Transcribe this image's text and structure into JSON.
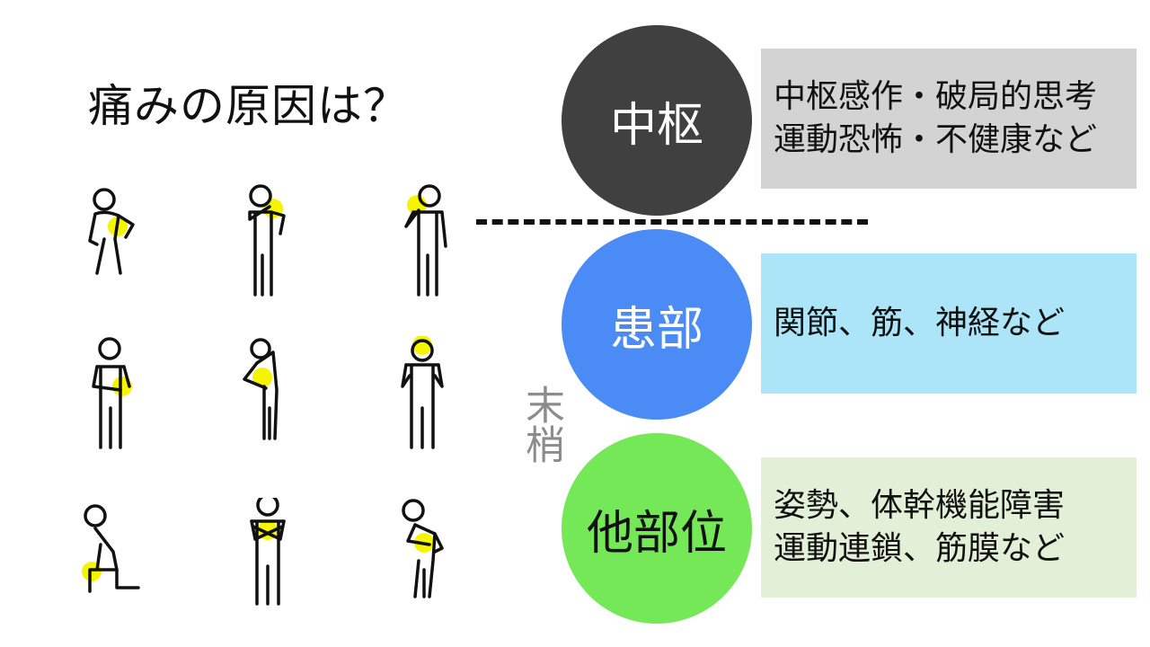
{
  "title": "痛みの原因は？",
  "peripheral_label": "末梢",
  "colors": {
    "central": "#404040",
    "affected": "#4A8BF5",
    "other": "#74E857",
    "central_box": "#D3D3D3",
    "affected_box": "#ACE5F8",
    "other_box": "#E3F0D8",
    "pain_highlight": "#F5F500"
  },
  "rows": [
    {
      "circle_label": "中枢",
      "lines": [
        "中枢感作・破局的思考",
        "運動恐怖・不健康など"
      ]
    },
    {
      "circle_label": "患部",
      "lines": [
        "関節、筋、神経など"
      ]
    },
    {
      "circle_label": "他部位",
      "lines": [
        "姿勢、体幹機能障害",
        "運動連鎖、筋膜など"
      ]
    }
  ],
  "figures": [
    {
      "icon": "lower-back-pain-icon"
    },
    {
      "icon": "shoulder-pain-icon"
    },
    {
      "icon": "neck-pain-icon"
    },
    {
      "icon": "elbow-pain-icon"
    },
    {
      "icon": "arm-pain-icon"
    },
    {
      "icon": "head-pain-icon"
    },
    {
      "icon": "knee-pain-icon"
    },
    {
      "icon": "chest-pain-icon"
    },
    {
      "icon": "hip-pain-icon"
    }
  ]
}
